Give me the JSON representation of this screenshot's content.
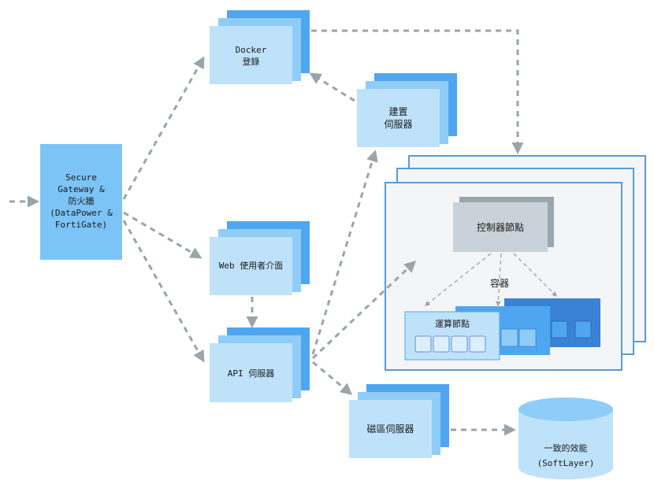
{
  "nodes": {
    "gateway": {
      "label": "Secure\nGateway &\n防火牆\n(DataPower &\nFortiGate)"
    },
    "docker": {
      "label": "Docker\n登錄"
    },
    "build": {
      "label": "建置\n伺服器"
    },
    "web": {
      "label": "Web 使用者介面"
    },
    "api": {
      "label": "API 伺服器"
    },
    "disk": {
      "label": "磁區伺服器"
    },
    "perf": {
      "label": "一致的效能\n(SoftLayer)"
    },
    "controller": {
      "label": "控制器節點"
    },
    "containers": {
      "label": "容器"
    },
    "compute": {
      "label": "運算節點"
    }
  },
  "colors": {
    "box_light": "#bfe2fb",
    "box_mid": "#8fcdf8",
    "box_dark": "#4fa6f0",
    "gateway": "#7cc4f6",
    "arrow": "#9aa4ab",
    "cluster_border": "#5b9bd5",
    "controller": "#c8d2d8"
  }
}
